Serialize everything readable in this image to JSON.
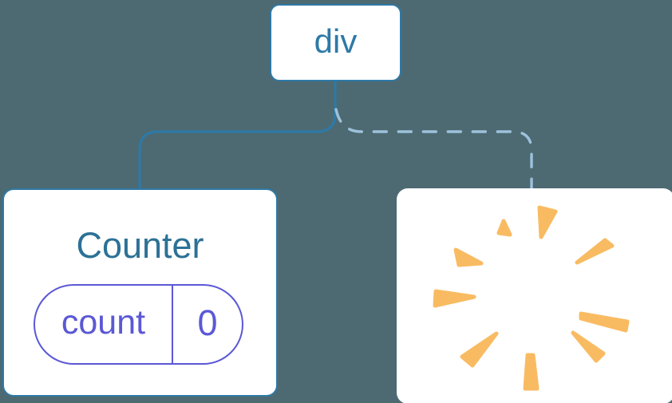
{
  "diagram": {
    "description": "component tree with root div, a Counter child with state, and a removed child shown as a poof",
    "root": {
      "label": "div"
    },
    "counter_node": {
      "title": "Counter",
      "state": {
        "key": "count",
        "value": "0"
      }
    },
    "removed_node": {
      "icon": "poof-burst"
    }
  },
  "colors": {
    "background": "#4D6A72",
    "box_fill": "#FFFFFF",
    "tree_blue": "#2E79A6",
    "title_blue": "#2C7196",
    "dashed_blue": "#9DC2DB",
    "state_purple": "#5B58D6",
    "poof_orange": "#F9BB62"
  }
}
